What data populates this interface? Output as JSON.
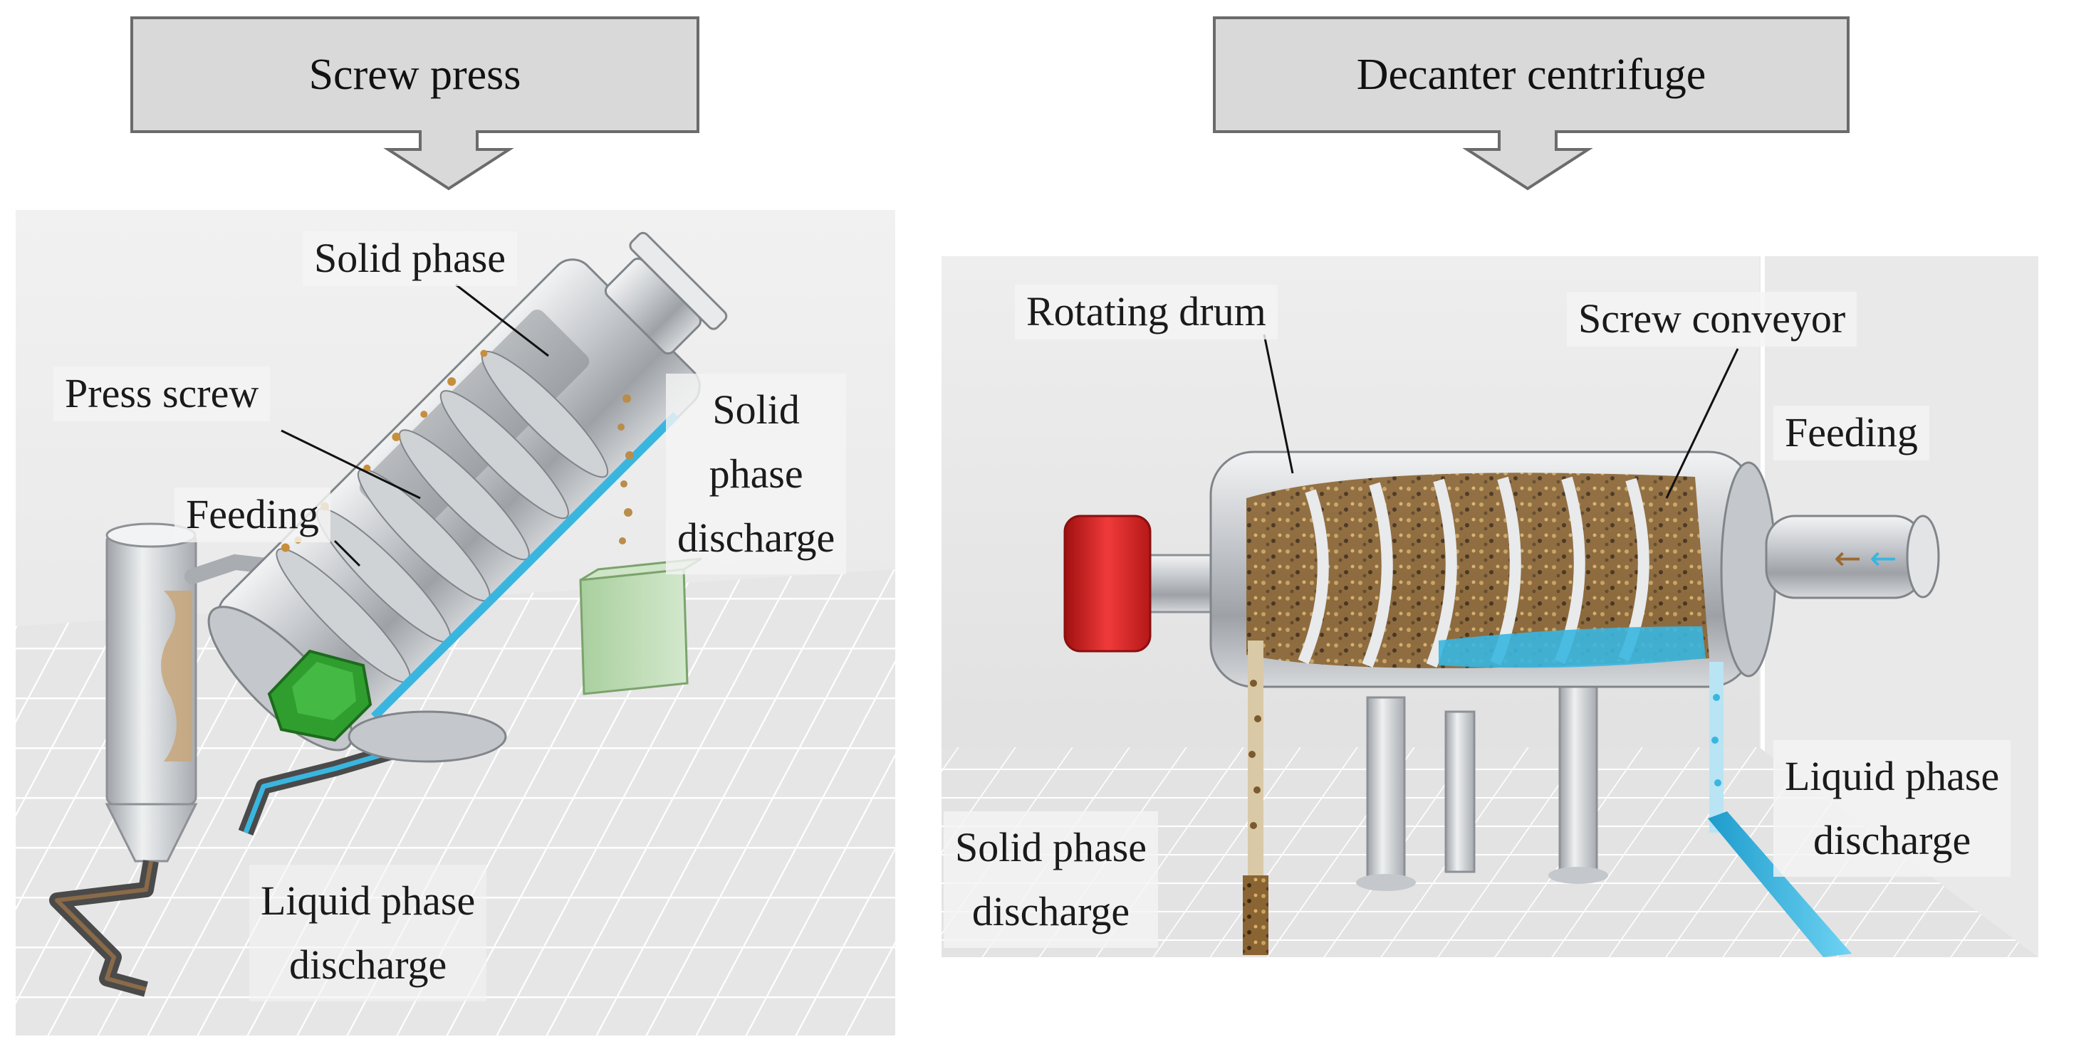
{
  "headers": {
    "left": "Screw press",
    "right": "Decanter centrifuge"
  },
  "screw_press": {
    "solid_phase": "Solid phase",
    "press_screw": "Press screw",
    "feeding": "Feeding",
    "solid_discharge_1": "Solid",
    "solid_discharge_2": "phase",
    "solid_discharge_3": "discharge",
    "liquid_discharge_1": "Liquid phase",
    "liquid_discharge_2": "discharge"
  },
  "decanter": {
    "rotating_drum": "Rotating drum",
    "screw_conveyor": "Screw conveyor",
    "feeding": "Feeding",
    "liquid_discharge_1": "Liquid phase",
    "liquid_discharge_2": "discharge",
    "solid_discharge_1": "Solid phase",
    "solid_discharge_2": "discharge"
  },
  "colors": {
    "header_fill": "#d9d9d9",
    "header_stroke": "#6b6b6b",
    "metal": "#b9bcc0",
    "motor_green": "#2f9e2f",
    "motor_red": "#d92020",
    "liquid_blue": "#39b6e0",
    "solid_brown": "#7a5a2e",
    "floor": "#e4e4e4",
    "grid": "#ffffff"
  }
}
